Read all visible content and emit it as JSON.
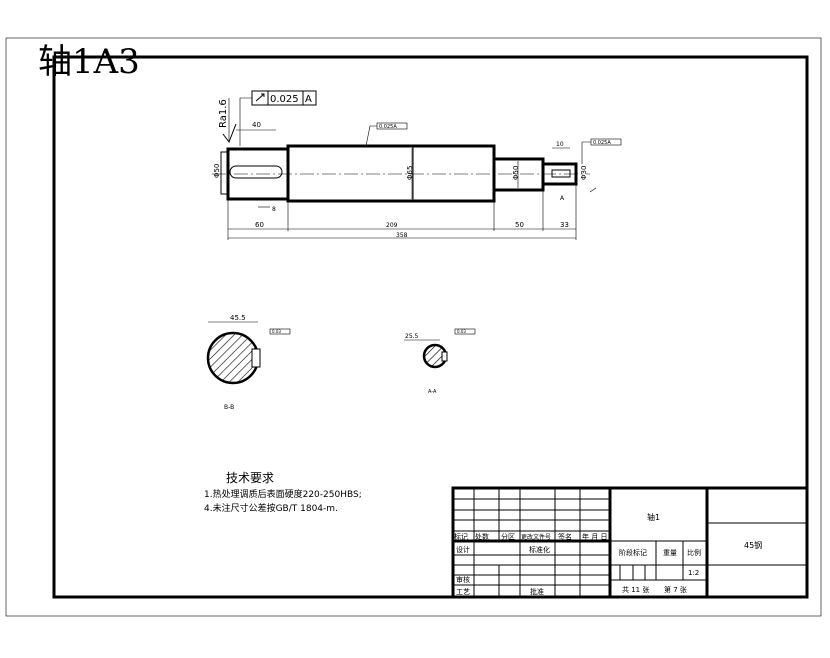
{
  "header": {
    "drawing_label": "轴1A3",
    "label_color": "#cc0000"
  },
  "shaft": {
    "roughness": "Ra1.6",
    "runout_tol": "0.025",
    "runout_datum": "A",
    "dims": {
      "keyway_len": "40",
      "d_left": "Φ50",
      "d_mid": "Φ65",
      "d_step": "Φ50",
      "d_right": "Φ30",
      "key_b": "8",
      "seg1": "60",
      "seg2": "209",
      "seg3": "50",
      "seg4": "33",
      "total": "358",
      "key_r": "10"
    },
    "tol_small": "0.025A",
    "datum_mark": "A"
  },
  "sections": {
    "left": {
      "dim": "45.5",
      "label": "B-B",
      "tol": "0.03"
    },
    "right": {
      "dim": "25.5",
      "label": "A-A",
      "tol": "0.03"
    }
  },
  "tech": {
    "title": "技术要求",
    "line1": "1.热处理调质后表面硬度220-250HBS;",
    "line2": "4.未注尺寸公差按GB/T 1804-m."
  },
  "title_block": {
    "part_name": "轴1",
    "material": "45钢",
    "row_headers": [
      "标记",
      "处数",
      "分区",
      "更改文件号",
      "签名",
      "年 月 日"
    ],
    "design": "设计",
    "standard": "标准化",
    "review": "审核",
    "craft": "工艺",
    "approve": "批准",
    "stage_mark": "阶段标记",
    "weight": "重量",
    "scale_label": "比例",
    "scale": "1:2",
    "sheets": "共 11 张",
    "sheet_no": "第 7 张"
  }
}
